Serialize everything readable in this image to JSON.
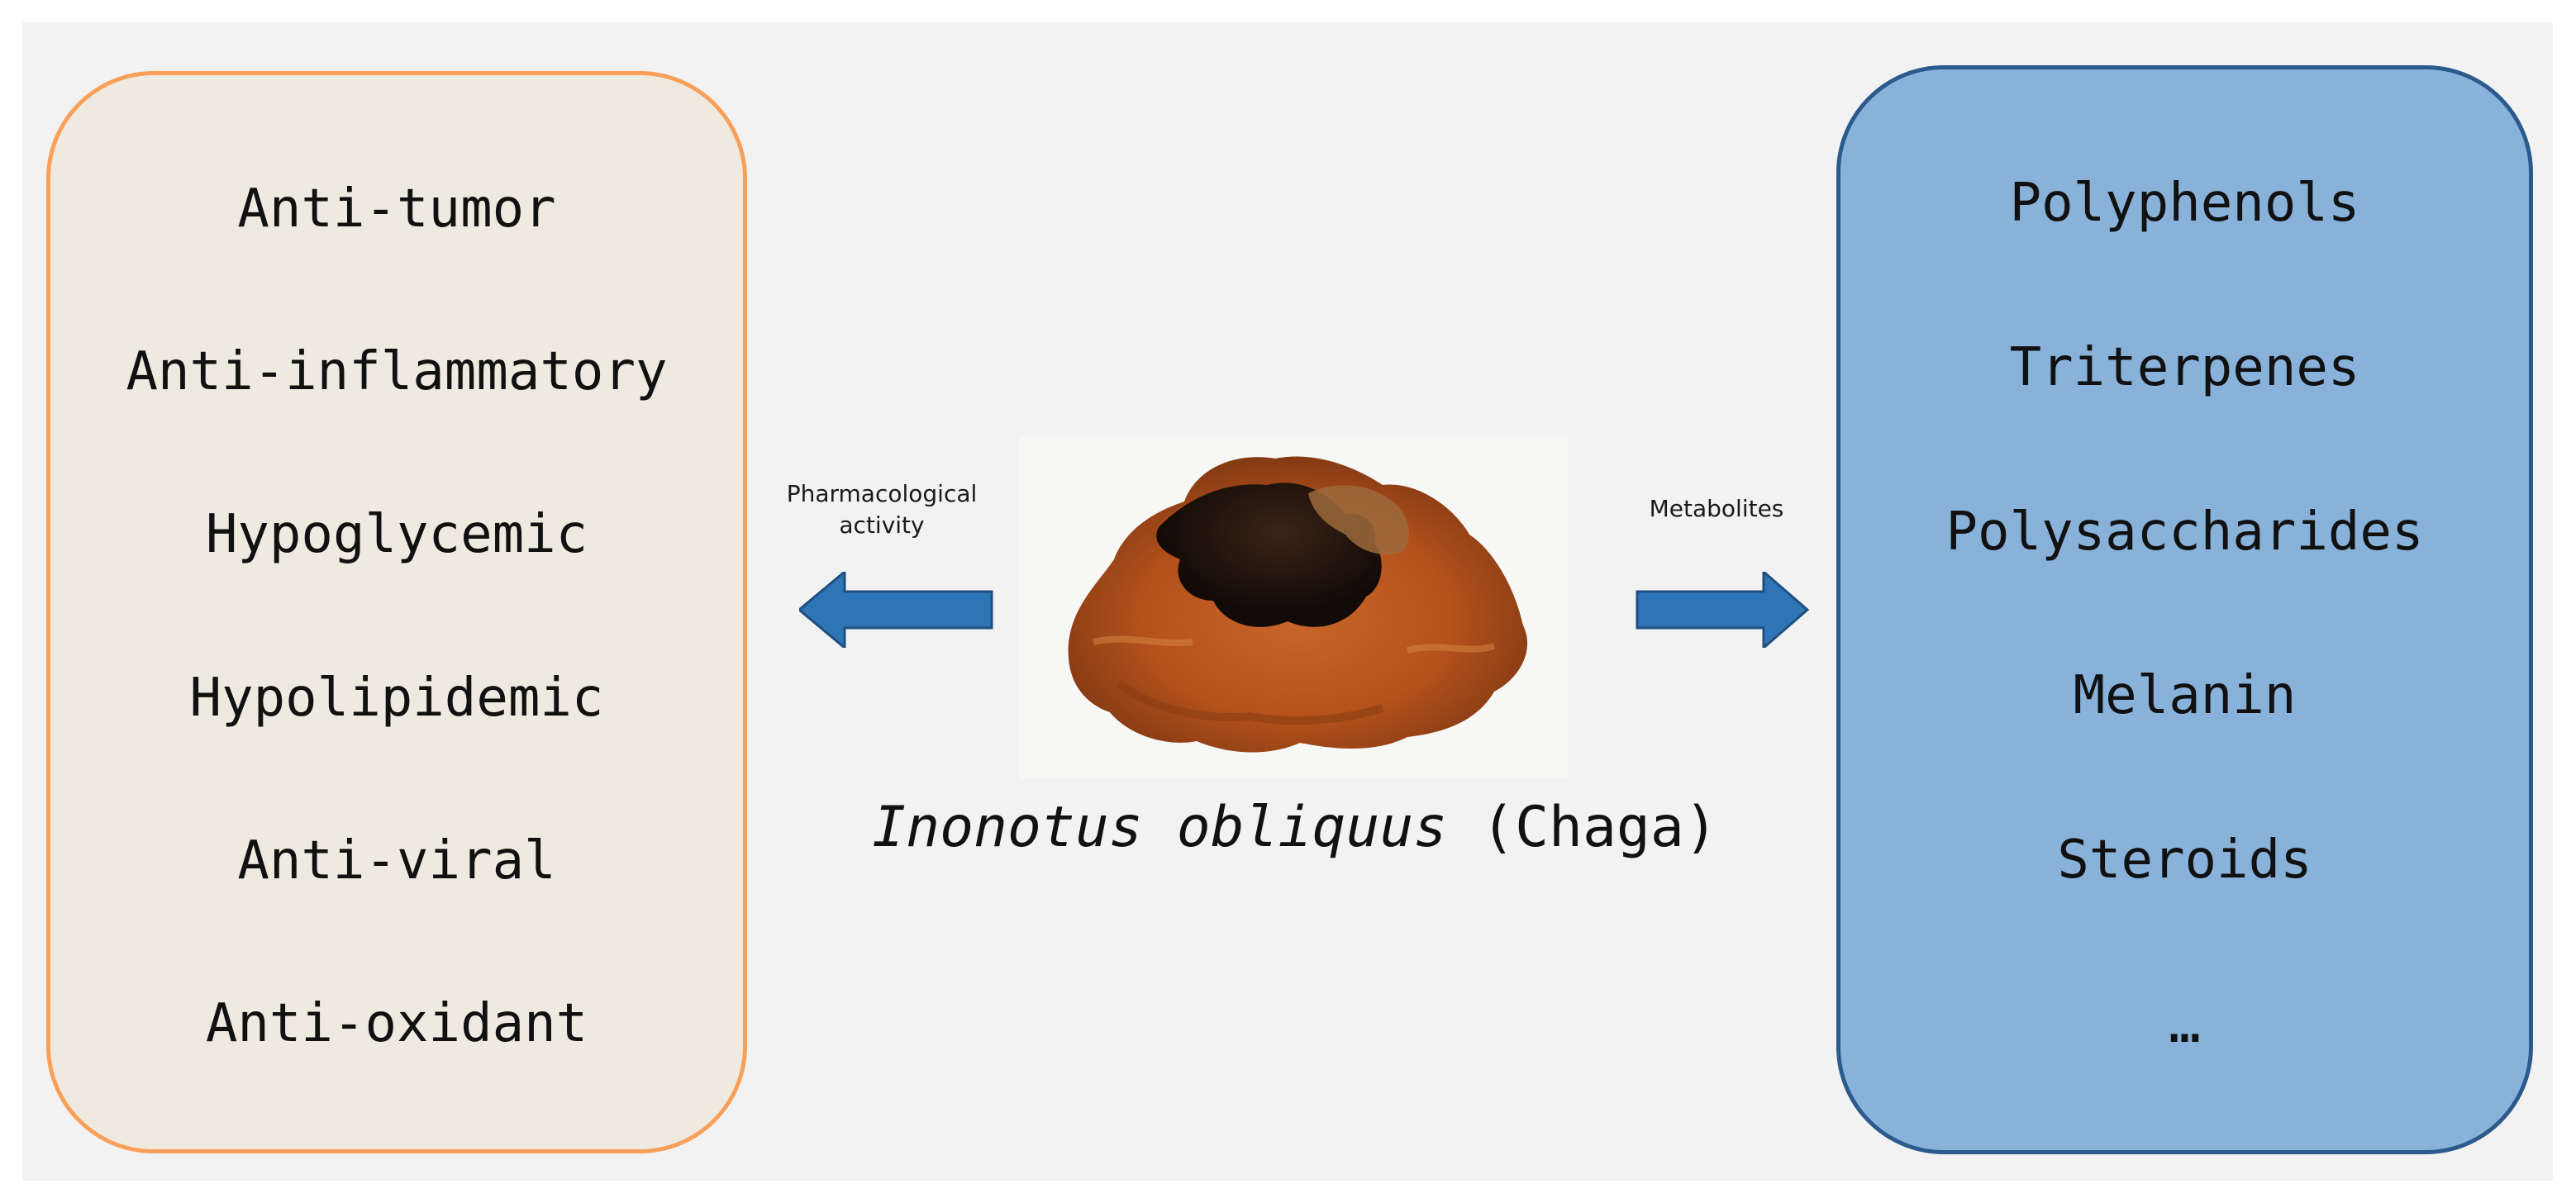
{
  "center": {
    "caption_species": "Inonotus obliquus",
    "caption_common": "(Chaga)",
    "photo_icon": "chaga-mushroom-photo"
  },
  "left_arrow": {
    "label_line1": "Pharmacological",
    "label_line2": "activity",
    "direction": "left"
  },
  "right_arrow": {
    "label": "Metabolites",
    "direction": "right"
  },
  "left_panel": {
    "items": [
      "Anti-tumor",
      "Anti-inflammatory",
      "Hypoglycemic",
      "Hypolipidemic",
      "Anti-viral",
      "Anti-oxidant"
    ]
  },
  "right_panel": {
    "items": [
      "Polyphenols",
      "Triterpenes",
      "Polysaccharides",
      "Melanin",
      "Steroids",
      "…"
    ]
  },
  "colors": {
    "left_panel_fill": "#efeae0",
    "left_panel_border": "#f8a05a",
    "right_panel_fill": "#88b2da",
    "right_panel_border": "#2b5a8c",
    "arrow_fill": "#2e75b6",
    "background": "#f2f2f2"
  }
}
